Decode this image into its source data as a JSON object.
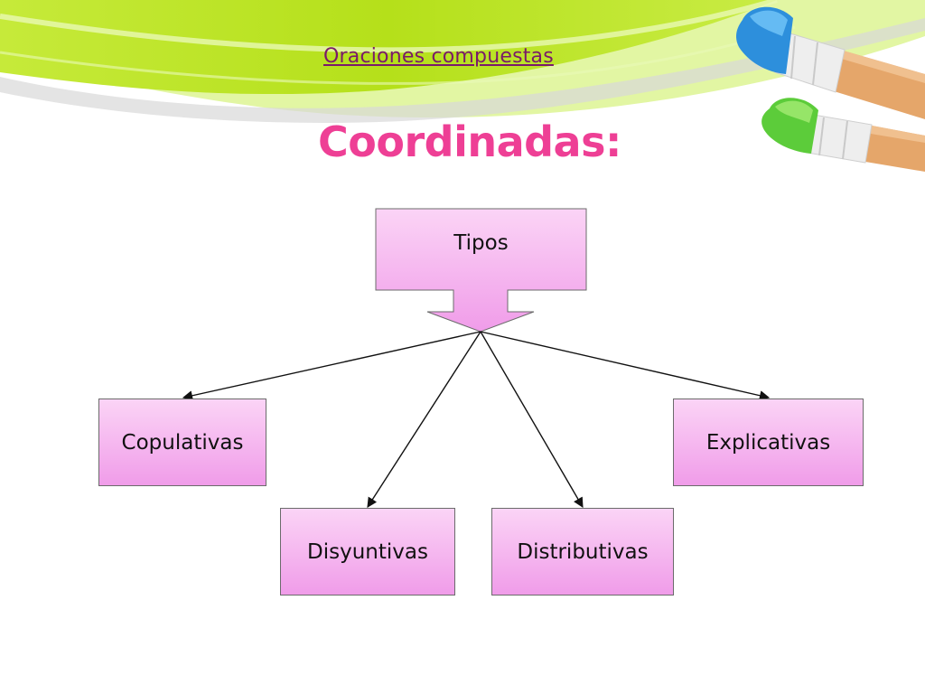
{
  "slide": {
    "subtitle": "Oraciones compuestas",
    "title": "Coordinadas:"
  },
  "diagram": {
    "root": "Tipos",
    "children": [
      "Copulativas",
      "Explicativas",
      "Disyuntivas",
      "Distributivas"
    ]
  },
  "colors": {
    "title": "#ee3f95",
    "subtitle": "#7a1a6a",
    "box_top": "#fbd4f6",
    "box_bottom": "#f09ce9",
    "wave_green": "#b8e21e",
    "wave_light": "#def59a"
  },
  "decor": {
    "icons": [
      "paintbrush-blue-icon",
      "paintbrush-green-icon"
    ]
  }
}
